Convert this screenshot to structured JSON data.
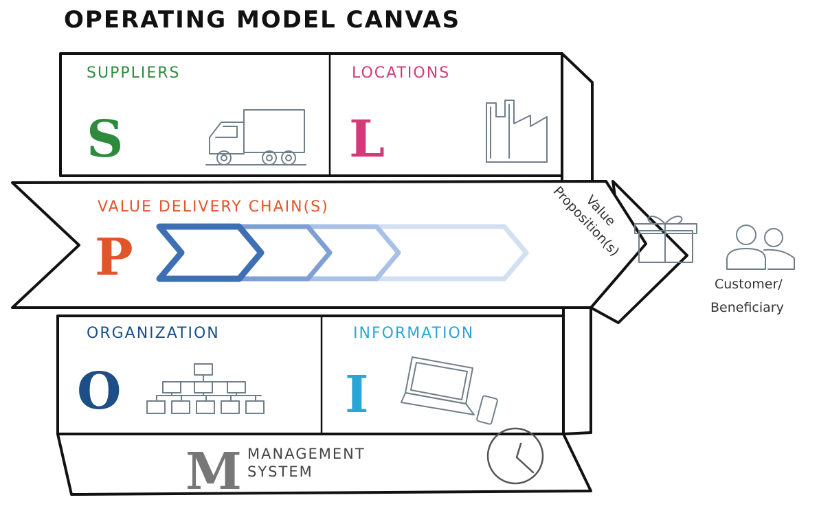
{
  "title": "OPERATING MODEL CANVAS",
  "sections": {
    "suppliers": {
      "label": "SUPPLIERS",
      "letter": "S",
      "color": "#2e8b3e"
    },
    "locations": {
      "label": "LOCATIONS",
      "letter": "L",
      "color": "#d23a7a"
    },
    "value_chain": {
      "label": "VALUE DELIVERY CHAIN(S)",
      "letter": "P",
      "color": "#e0552a"
    },
    "organization": {
      "label": "ORGANIZATION",
      "letter": "O",
      "color": "#1d4e86"
    },
    "information": {
      "label": "INFORMATION",
      "letter": "I",
      "color": "#2aa6d6"
    },
    "management": {
      "line1": "MANAGEMENT",
      "line2": "SYSTEM",
      "letter": "M",
      "color": "#777777"
    }
  },
  "value_proposition": {
    "line1": "Value",
    "line2": "Proposition(s)"
  },
  "customer": {
    "line1": "Customer/",
    "line2": "Beneficiary"
  },
  "chevron_colors": [
    "#3e6fb5",
    "#7d9fd4",
    "#a9c1e6",
    "#d3e0f2"
  ],
  "icons": {
    "suppliers": "truck-icon",
    "locations": "factory-icon",
    "organization": "org-chart-icon",
    "information": "laptop-phone-icon",
    "value_proposition": "gift-box-icon",
    "customer": "people-icon",
    "management": "clock-icon"
  }
}
